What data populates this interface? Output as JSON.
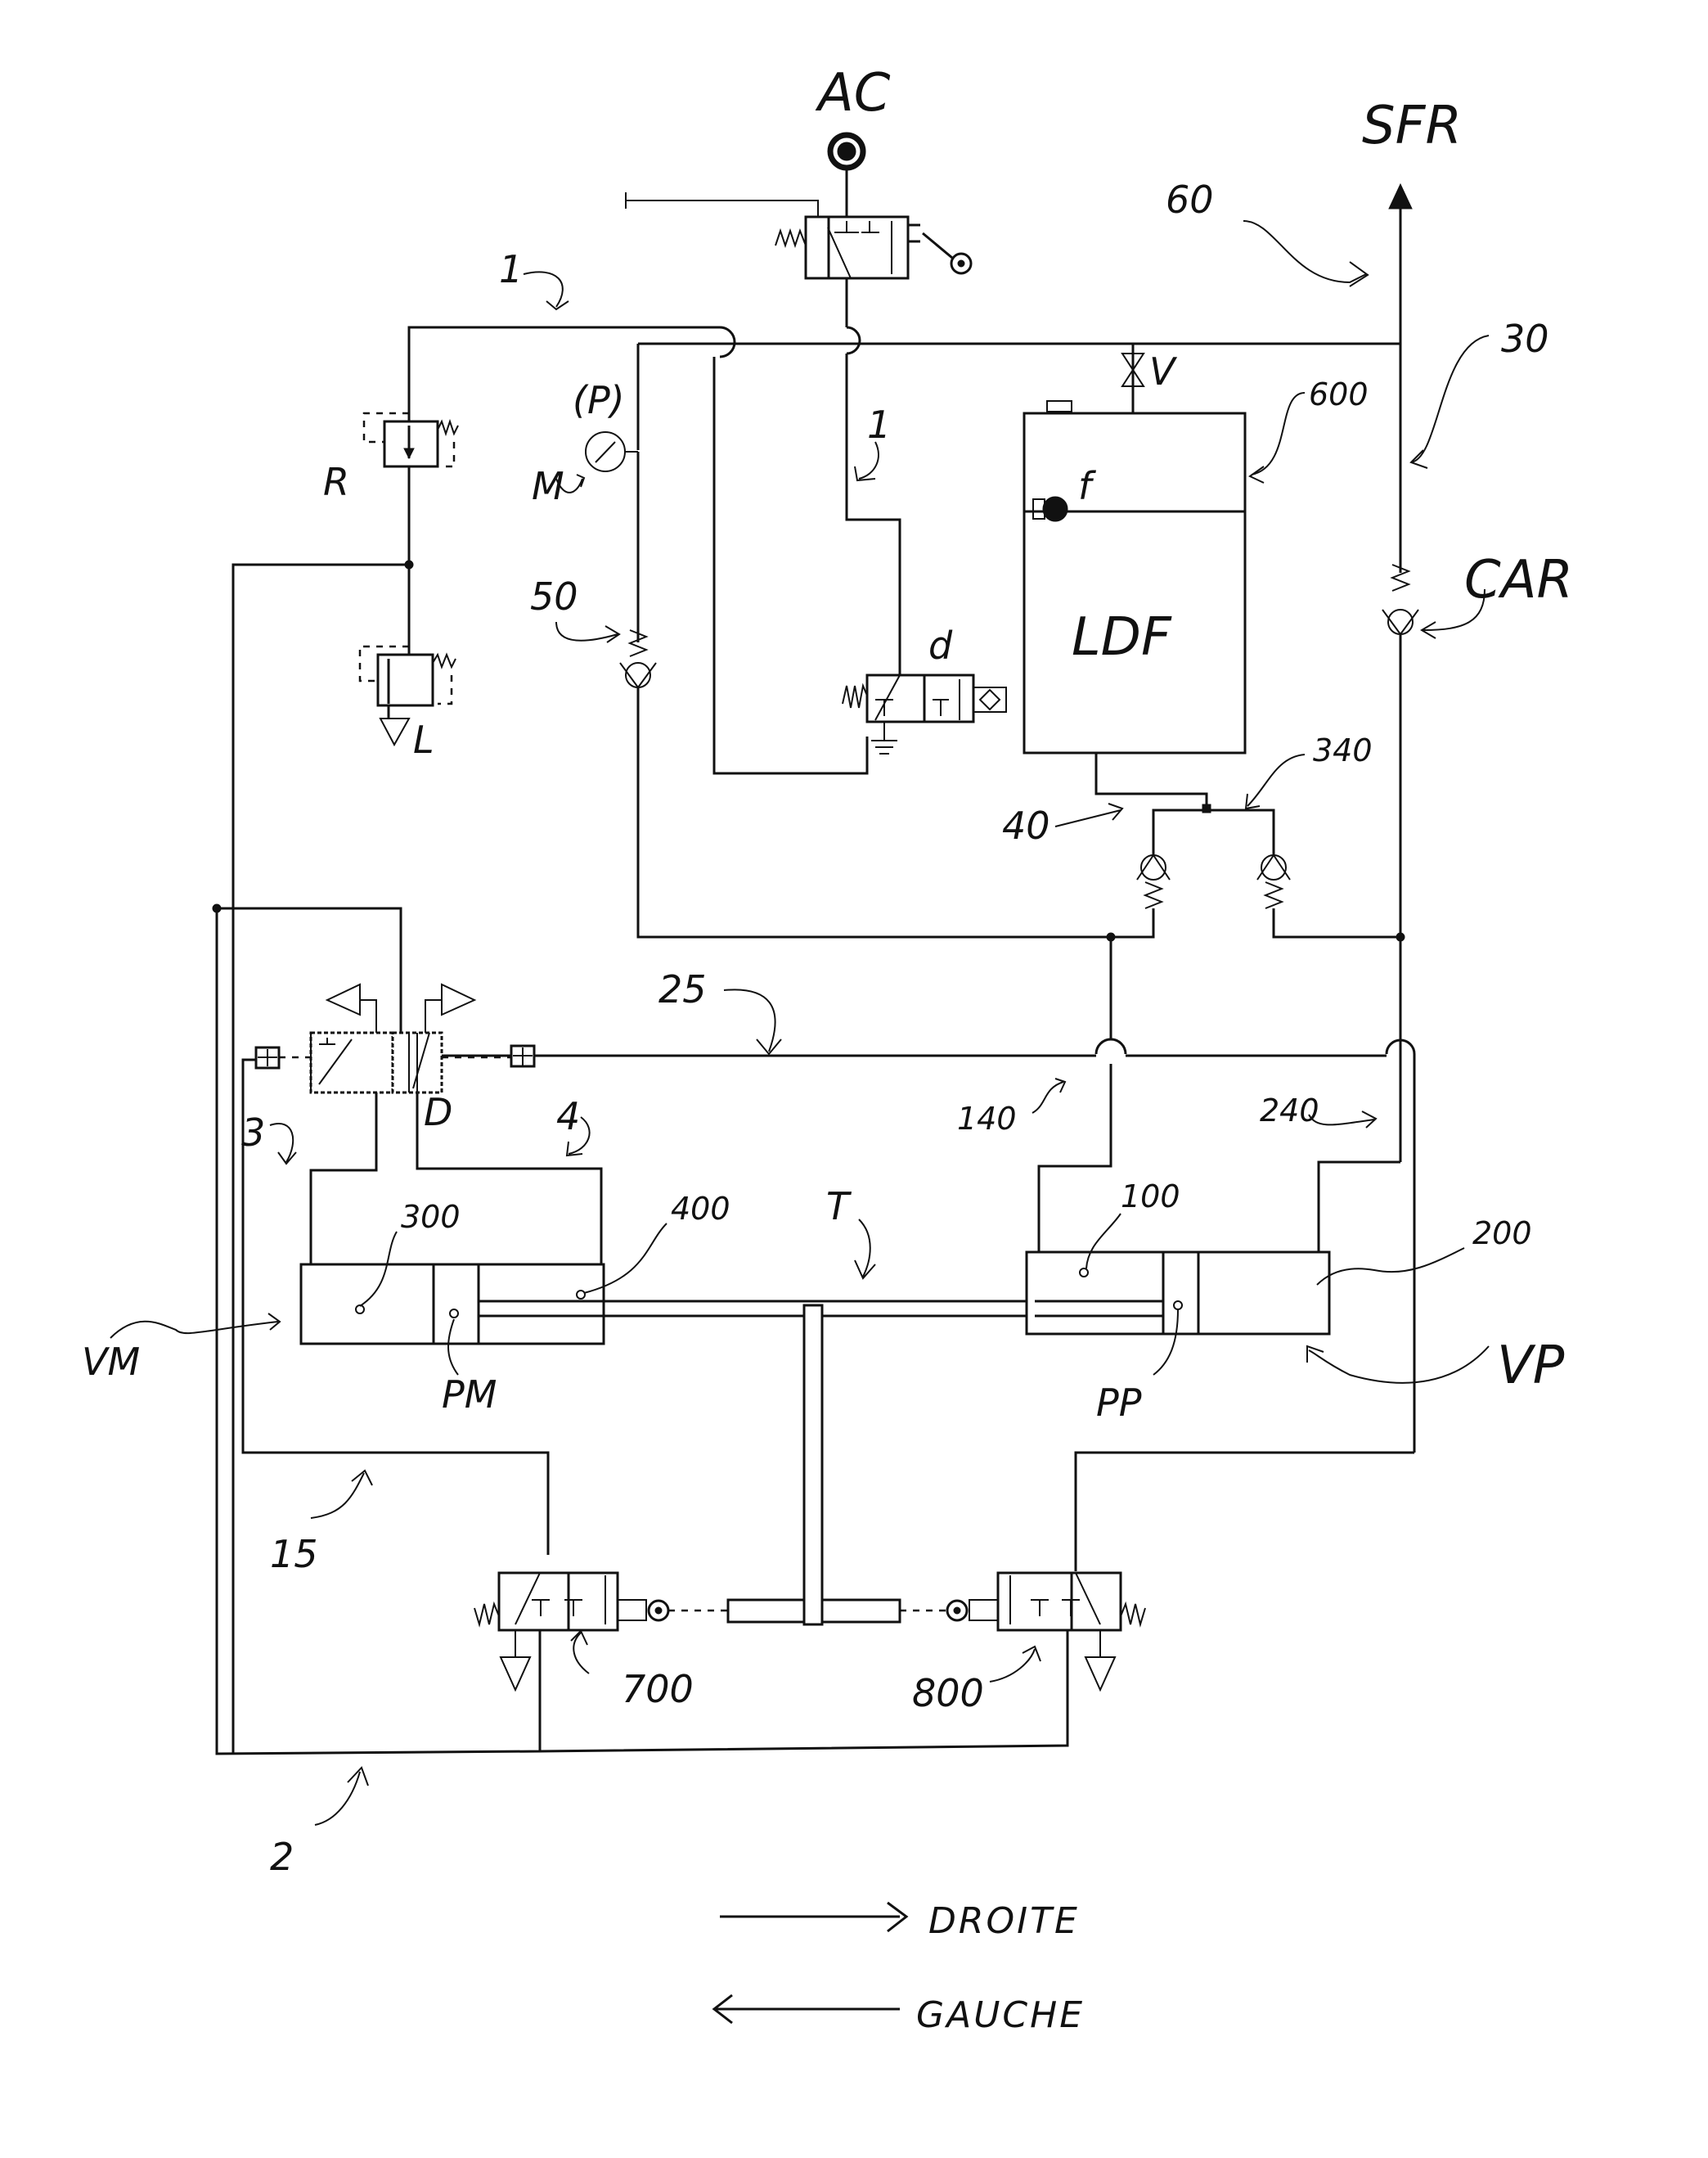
{
  "title": "Hydraulic/pneumatic circuit schematic (hand-annotated)",
  "labels": {
    "ac": "AC",
    "sfr": "SFR",
    "ref_60": "60",
    "ref_30": "30",
    "ref_1_top": "1",
    "ref_1_mid": "1",
    "p_gauge": "(P)",
    "m_gauge": "M",
    "r_regulator": "R",
    "l_drain": "L",
    "ref_50": "50",
    "d_valve": "d",
    "v_valve": "V",
    "ref_600": "600",
    "f_float": "f",
    "ldf_tank": "LDF",
    "car_valve": "CAR",
    "ref_340": "340",
    "ref_40": "40",
    "ref_25": "25",
    "d_distributor": "D",
    "ref_3": "3",
    "ref_4": "4",
    "ref_140": "140",
    "ref_240": "240",
    "ref_300": "300",
    "ref_400": "400",
    "ref_t": "T",
    "ref_100": "100",
    "ref_200": "200",
    "vm_cylinder": "VM",
    "pm_piston": "PM",
    "pp_piston": "PP",
    "vp_cylinder": "VP",
    "ref_15": "15",
    "ref_700": "700",
    "ref_800": "800",
    "ref_2": "2"
  },
  "legend": {
    "right_label": "DROITE",
    "left_label": "GAUCHE"
  }
}
